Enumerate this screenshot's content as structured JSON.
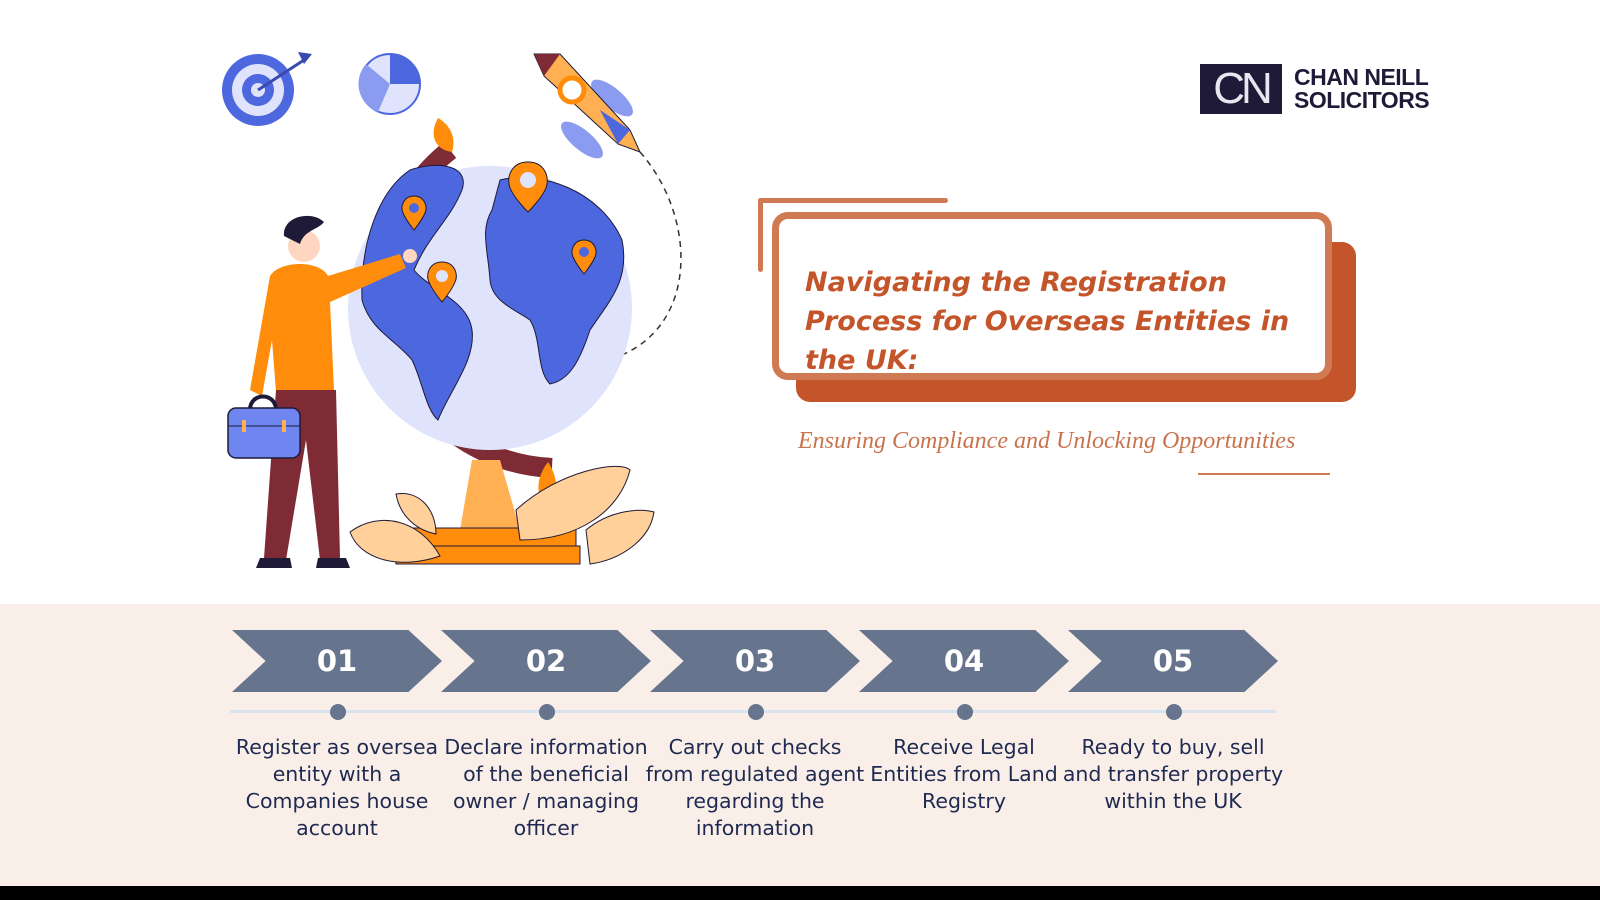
{
  "brand": {
    "monogram": "CN",
    "name_line1": "CHAN NEILL",
    "name_line2": "SOLICITORS"
  },
  "hero": {
    "title": "Navigating the Registration Process for Overseas Entities in the UK:",
    "subtitle": "Ensuring Compliance and Unlocking Opportunities"
  },
  "steps": [
    {
      "number": "01",
      "text": "Register as oversea entity with a Companies house account"
    },
    {
      "number": "02",
      "text": "Declare information of the beneficial owner / managing officer"
    },
    {
      "number": "03",
      "text": "Carry out checks from regulated agent regarding the information"
    },
    {
      "number": "04",
      "text": "Receive Legal Entities from Land Registry"
    },
    {
      "number": "05",
      "text": "Ready to buy, sell and transfer property within the UK"
    }
  ],
  "colors": {
    "accent": "#c4542a",
    "accent_light": "#cf7a52",
    "chevron": "#66758d",
    "band": "#f9efe8",
    "navy_text": "#1f2a52",
    "globe_blue": "#4d67de",
    "orange": "#ff8c0a"
  },
  "icons": [
    "target-icon",
    "pie-chart-icon",
    "rocket-icon",
    "globe-icon",
    "map-pin-icon",
    "briefcase-icon",
    "leaf-icon"
  ]
}
